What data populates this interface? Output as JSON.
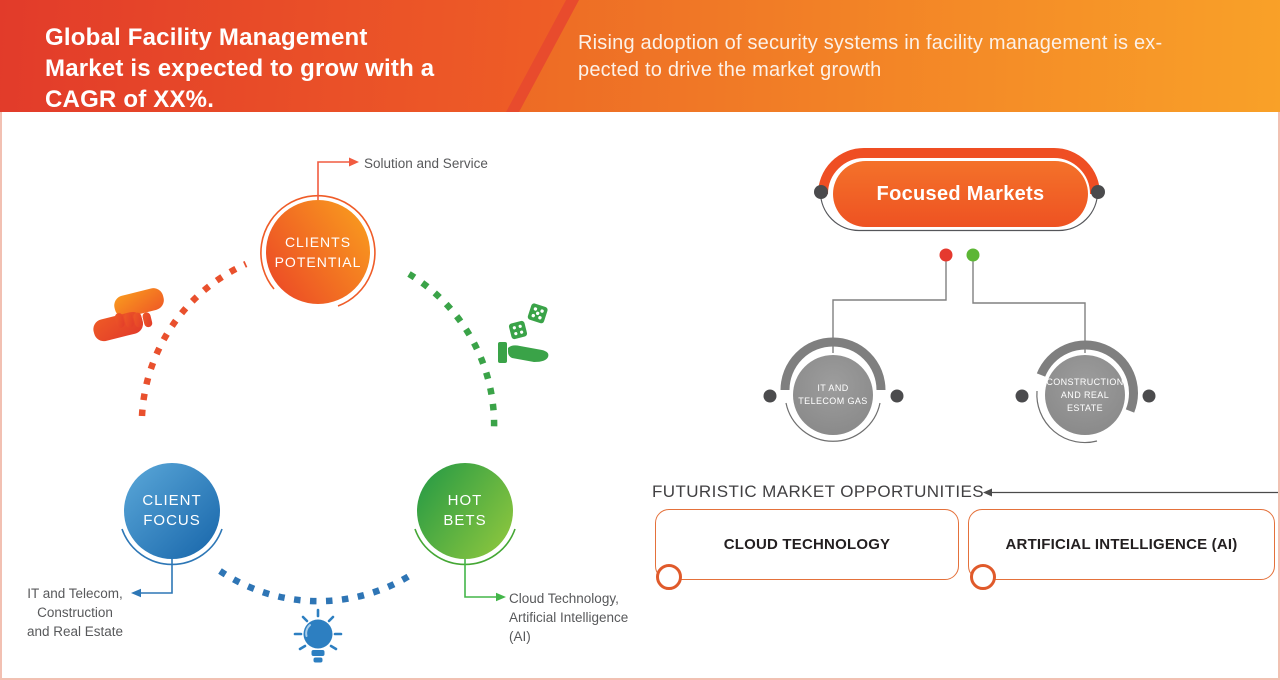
{
  "banner": {
    "title_lines": [
      "Global Facility Management",
      "Market is expected to grow with a",
      "CAGR of XX%."
    ],
    "subtitle_lines": [
      "Rising adoption of security systems in facility management is ex-",
      "pected to drive the market growth"
    ]
  },
  "cycle": {
    "clients_potential": {
      "line1": "CLIENTS",
      "line2": "POTENTIAL",
      "callout": "Solution and Service"
    },
    "client_focus": {
      "line1": "CLIENT",
      "line2": "FOCUS",
      "callout_lines": [
        "IT and Telecom,",
        "Construction",
        "and Real Estate"
      ]
    },
    "hot_bets": {
      "line1": "HOT",
      "line2": "BETS",
      "callout_lines": [
        "Cloud Technology,",
        "Artificial Intelligence",
        "(AI)"
      ]
    }
  },
  "focused_markets": {
    "title": "Focused Markets",
    "nodes": [
      {
        "line1": "IT AND",
        "line2": "TELECOM GAS"
      },
      {
        "line1": "CONSTRUCTION",
        "line2": "AND REAL ESTATE"
      }
    ]
  },
  "opportunities": {
    "heading": "FUTURISTIC MARKET OPPORTUNITIES",
    "items": [
      {
        "label": "CLOUD TECHNOLOGY"
      },
      {
        "label": "ARTIFICIAL INTELLIGENCE (AI)"
      }
    ]
  },
  "icons": {
    "partnership": "handshake-icon",
    "bets": "dice-in-hand-icon",
    "idea": "lightbulb-icon"
  },
  "colors": {
    "banner_red": "#e23b2a",
    "banner_orange": "#f9a128",
    "accent_orange": "#ef5222",
    "blue": "#2d77b6",
    "green": "#45a735",
    "gray_node": "#8a8a8a",
    "label_gray": "#58595b",
    "red_dot": "#e5392e",
    "green_dot": "#5cb635",
    "frame_salmon": "#f2c0b2"
  }
}
